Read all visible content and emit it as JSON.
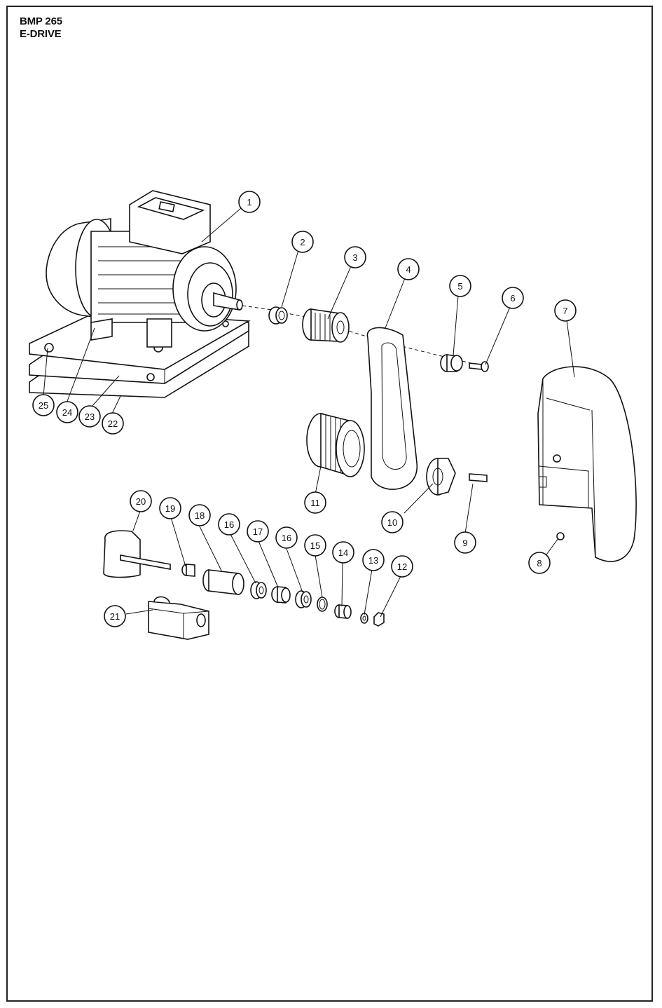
{
  "header": {
    "model": "BMP 265",
    "assembly": "E-DRIVE"
  },
  "callouts": [
    "1",
    "2",
    "3",
    "4",
    "5",
    "6",
    "7",
    "8",
    "9",
    "10",
    "11",
    "12",
    "13",
    "14",
    "15",
    "16",
    "16",
    "17",
    "18",
    "19",
    "20",
    "21",
    "22",
    "23",
    "24",
    "25"
  ]
}
